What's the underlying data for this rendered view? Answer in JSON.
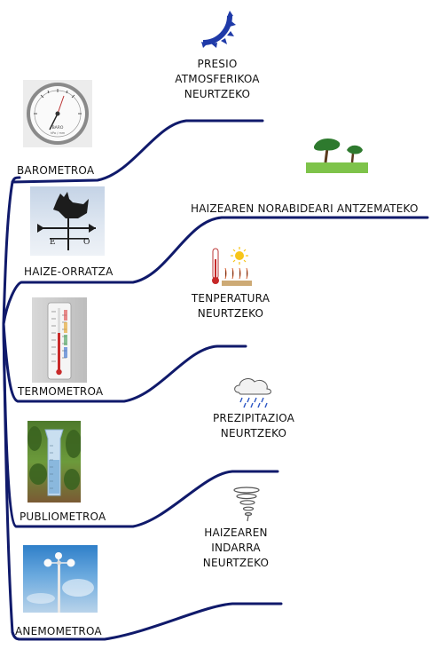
{
  "instruments": [
    {
      "name": "BAROMETROA"
    },
    {
      "name": "HAIZE-ORRATZA"
    },
    {
      "name": "TERMOMETROA"
    },
    {
      "name": "PUBLIOMETROA"
    },
    {
      "name": "ANEMOMETROA"
    }
  ],
  "barometer_dial_text": {
    "brand": "BARO",
    "sub": "hPa / mm"
  },
  "wind_vane_letters": {
    "east": "E",
    "west": "O"
  },
  "purposes": [
    {
      "lines": [
        "PRESIO",
        "ATMOSFERIKOA",
        "NEURTZEKO"
      ]
    },
    {
      "lines": [
        "HAIZEAREN NORABIDEARI ANTZEMATEKO"
      ]
    },
    {
      "lines": [
        "TENPERATURA",
        "NEURTZEKO"
      ]
    },
    {
      "lines": [
        "PREZIPITAZIOA",
        "NEURTZEKO"
      ]
    },
    {
      "lines": [
        "HAIZEAREN",
        "INDARRA",
        "NEURTZEKO"
      ]
    }
  ],
  "colors": {
    "branch_line": "#101a6b",
    "sun_icon": "#2233aa"
  }
}
